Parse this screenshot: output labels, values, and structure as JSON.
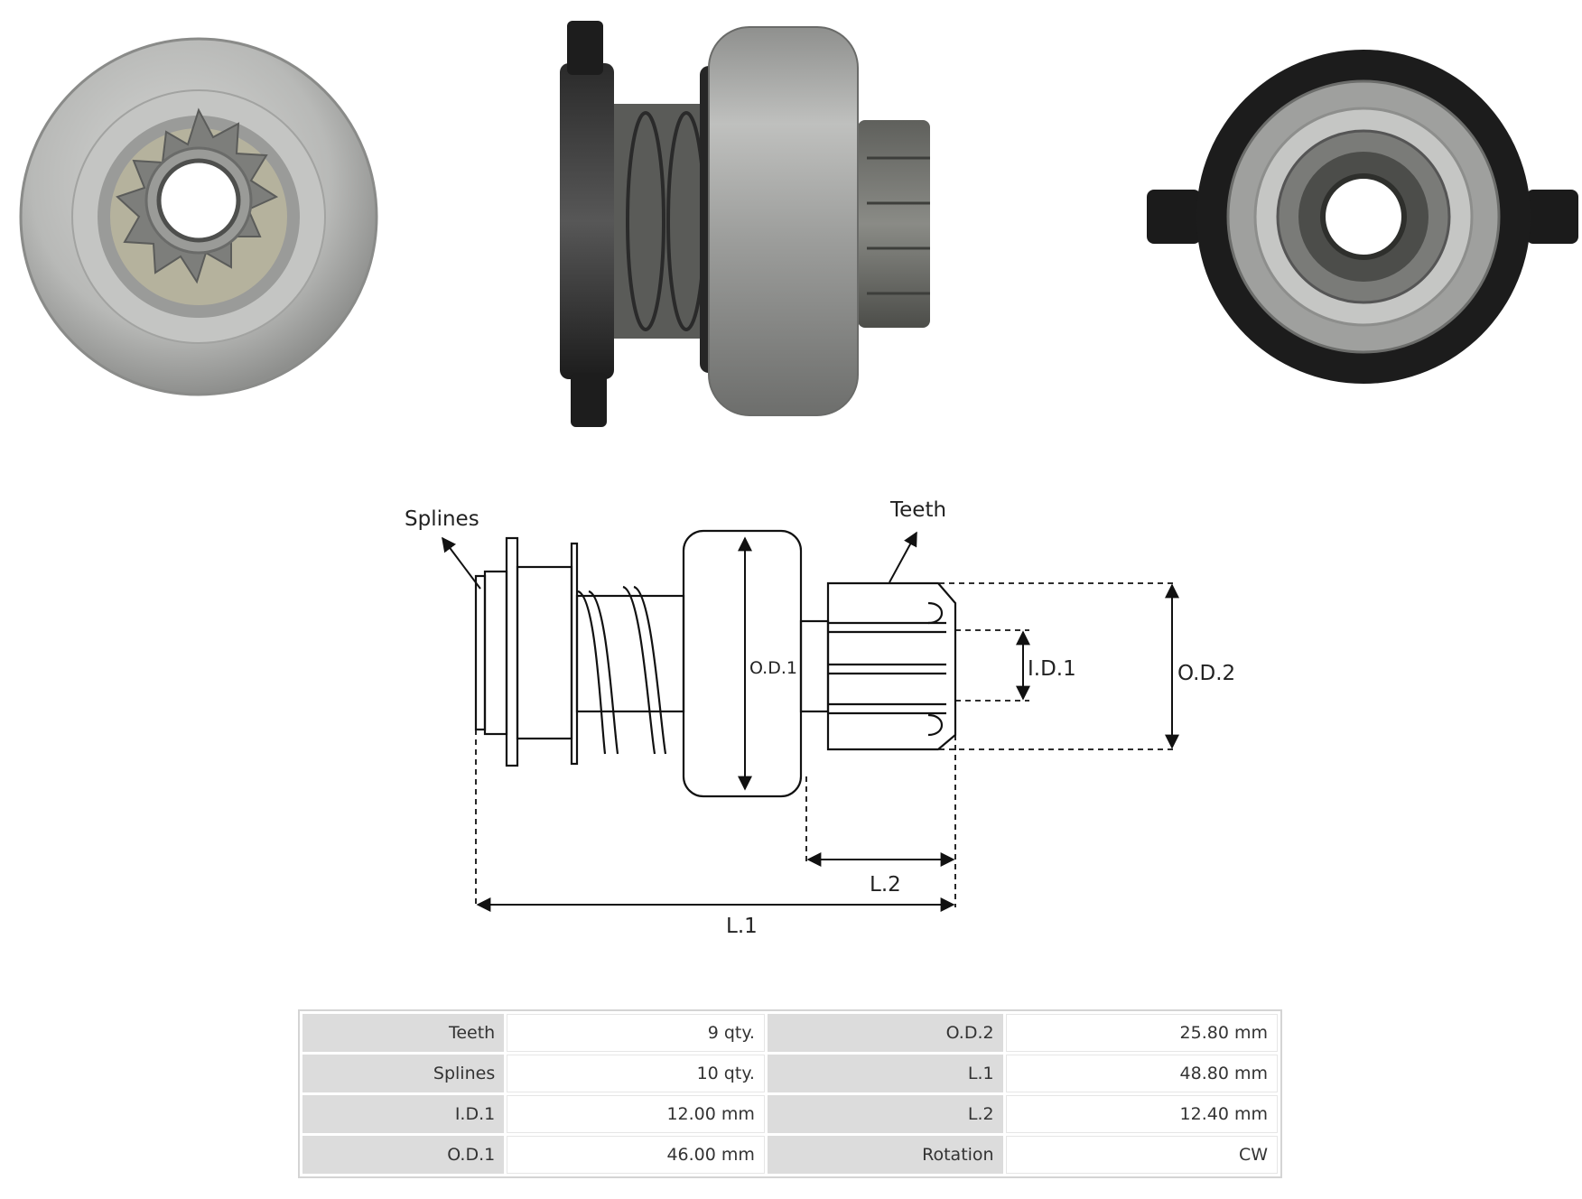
{
  "diagram": {
    "labels": {
      "splines": "Splines",
      "teeth": "Teeth",
      "od1": "O.D.1",
      "id1": "I.D.1",
      "od2": "O.D.2",
      "l2": "L.2",
      "l1": "L.1"
    }
  },
  "specs": {
    "rows": [
      [
        {
          "label": "Teeth",
          "value": "9 qty."
        },
        {
          "label": "O.D.2",
          "value": "25.80 mm"
        }
      ],
      [
        {
          "label": "Splines",
          "value": "10 qty."
        },
        {
          "label": "L.1",
          "value": "48.80 mm"
        }
      ],
      [
        {
          "label": "I.D.1",
          "value": "12.00 mm"
        },
        {
          "label": "L.2",
          "value": "12.40 mm"
        }
      ],
      [
        {
          "label": "O.D.1",
          "value": "46.00 mm"
        },
        {
          "label": "Rotation",
          "value": "CW"
        }
      ]
    ]
  },
  "colors": {
    "metal": "#b9bab8",
    "metal_dark": "#8d8e8c",
    "rubber": "#1e1e1e",
    "pinion": "#6f6f6b",
    "line": "#111111"
  }
}
